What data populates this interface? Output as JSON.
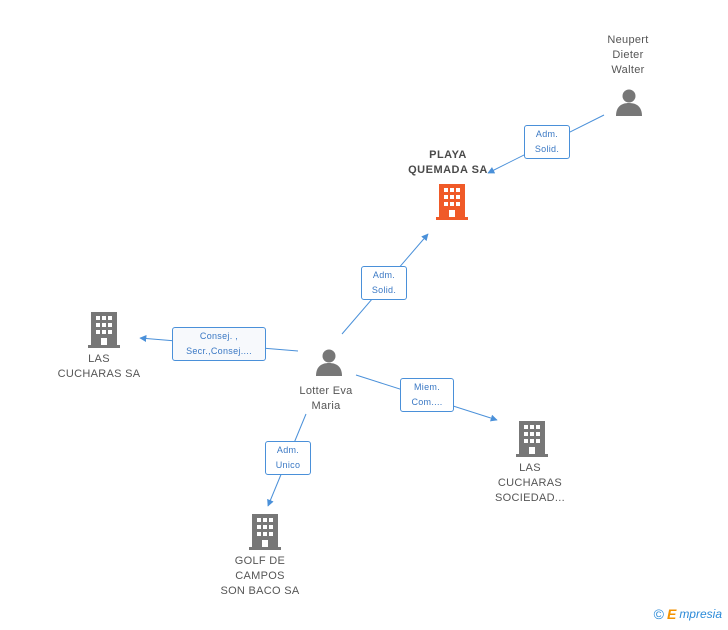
{
  "nodes": {
    "neupert": {
      "lines": [
        "Neupert",
        "Dieter",
        "Walter"
      ],
      "kind": "person"
    },
    "playa": {
      "lines": [
        "PLAYA",
        "QUEMADA SA"
      ],
      "kind": "company-main"
    },
    "lotter": {
      "lines": [
        "Lotter Eva",
        "Maria"
      ],
      "kind": "person"
    },
    "las_cucharas_sa": {
      "lines": [
        "LAS",
        "CUCHARAS SA"
      ],
      "kind": "company"
    },
    "las_cucharas_sociedad": {
      "lines": [
        "LAS",
        "CUCHARAS",
        "SOCIEDAD..."
      ],
      "kind": "company"
    },
    "golf": {
      "lines": [
        "GOLF DE",
        "CAMPOS",
        "SON BACO SA"
      ],
      "kind": "company"
    }
  },
  "edges": {
    "neupert_playa": {
      "lines": [
        "Adm.",
        "Solid."
      ]
    },
    "lotter_playa": {
      "lines": [
        "Adm.",
        "Solid."
      ]
    },
    "lotter_lascucharas": {
      "lines": [
        "Consej. ,",
        "Secr.,Consej...."
      ]
    },
    "lotter_sociedad": {
      "lines": [
        "Miem.",
        "Com...."
      ]
    },
    "lotter_golf": {
      "lines": [
        "Adm.",
        "Unico"
      ]
    }
  },
  "colors": {
    "edge": "#4a90d9",
    "company": "#777777",
    "company_main": "#f05a28",
    "person": "#777777"
  },
  "footer": {
    "copyright": "©",
    "brand_first": "E",
    "brand_rest": "mpresia"
  }
}
